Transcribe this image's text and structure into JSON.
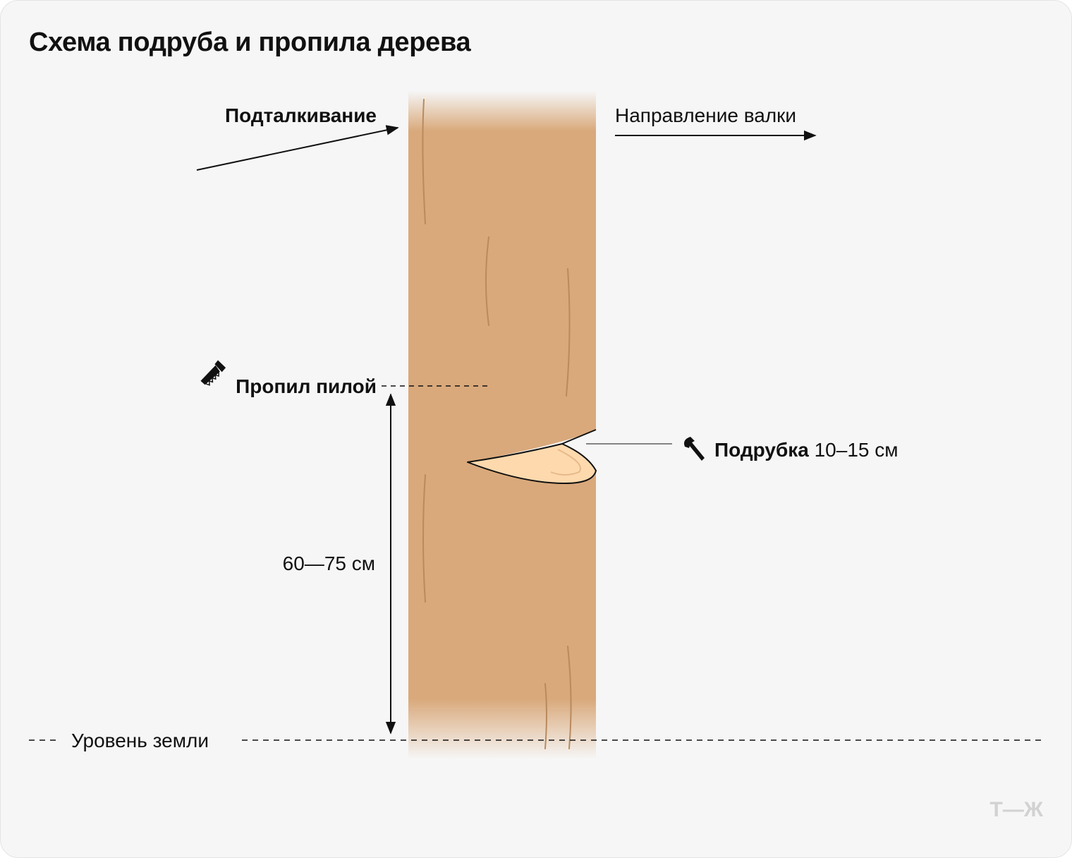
{
  "title": "Схема подруба и пропила дерева",
  "labels": {
    "push": "Подталкивание",
    "fall_direction": "Направление валки",
    "saw_cut": "Пропил пилой",
    "notch_bold": "Подрубка",
    "notch_size": " 10–15 см",
    "height": "60—75 см",
    "ground": "Уровень земли"
  },
  "logo": "Т—Ж",
  "colors": {
    "background": "#f6f6f6",
    "trunk": "#d9a97b",
    "trunk_grain": "#b98a5e",
    "notch_wood": "#fdd9ad",
    "outline": "#111111",
    "logo": "#d2d2d2"
  },
  "icons": {
    "saw": "saw-icon",
    "axe": "axe-icon"
  }
}
